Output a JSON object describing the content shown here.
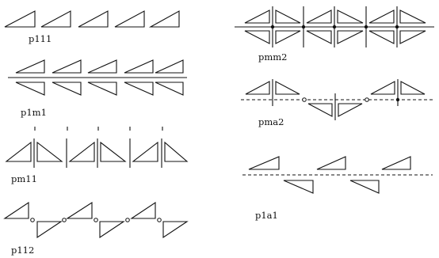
{
  "title": "",
  "patterns": [
    {
      "key": "p111",
      "label": "p111"
    },
    {
      "key": "p1m1",
      "label": "p1m1"
    },
    {
      "key": "pm11",
      "label": "pm11"
    },
    {
      "key": "p112",
      "label": "p112"
    },
    {
      "key": "pmm2",
      "label": "pmm2"
    },
    {
      "key": "pma2",
      "label": "pma2"
    },
    {
      "key": "p1a1",
      "label": "p1a1"
    }
  ]
}
